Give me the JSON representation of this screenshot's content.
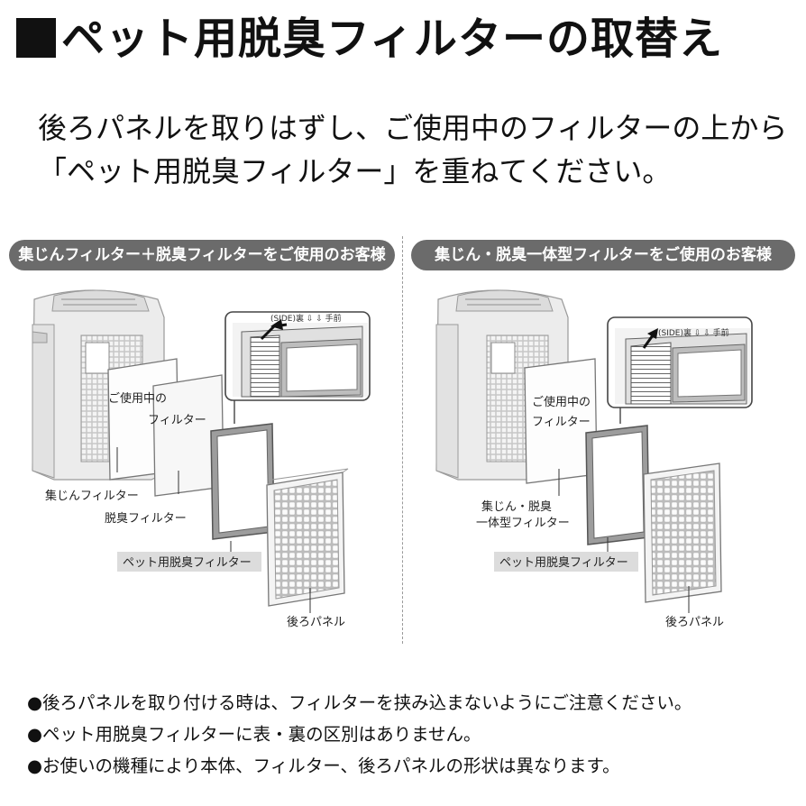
{
  "title": "ペット用脱臭フィルターの取替え",
  "intro": {
    "line1": "後ろパネルを取りはずし、ご使用中のフィルターの上から",
    "line2": "「ペット用脱臭フィルター」を重ねてください。"
  },
  "left_panel": {
    "heading": "集じんフィルター＋脱臭フィルターをご使用のお客様",
    "labels": {
      "current_filter_1": "ご使用中の",
      "current_filter_2": "フィルター",
      "dust_filter": "集じんフィルター",
      "deodorizing_filter": "脱臭フィルター",
      "pet_filter": "ペット用脱臭フィルター",
      "back_panel": "後ろパネル",
      "detail_print": "(SIDE)裏 ⇩ ⇩ 手前"
    }
  },
  "right_panel": {
    "heading": "集じん・脱臭一体型フィルターをご使用のお客様",
    "labels": {
      "current_filter_1": "ご使用中の",
      "current_filter_2": "フィルター",
      "integrated_filter_1": "集じん・脱臭",
      "integrated_filter_2": "一体型フィルター",
      "pet_filter": "ペット用脱臭フィルター",
      "back_panel": "後ろパネル",
      "detail_print": "(SIDE)裏 ⇩ ⇩ 手前"
    }
  },
  "notes": [
    "●後ろパネルを取り付ける時は、フィルターを挟み込まないようにご注意ください。",
    "●ペット用脱臭フィルターに表・裏の区別はありません。",
    "●お使いの機種により本体、フィルター、後ろパネルの形状は異なります。"
  ]
}
